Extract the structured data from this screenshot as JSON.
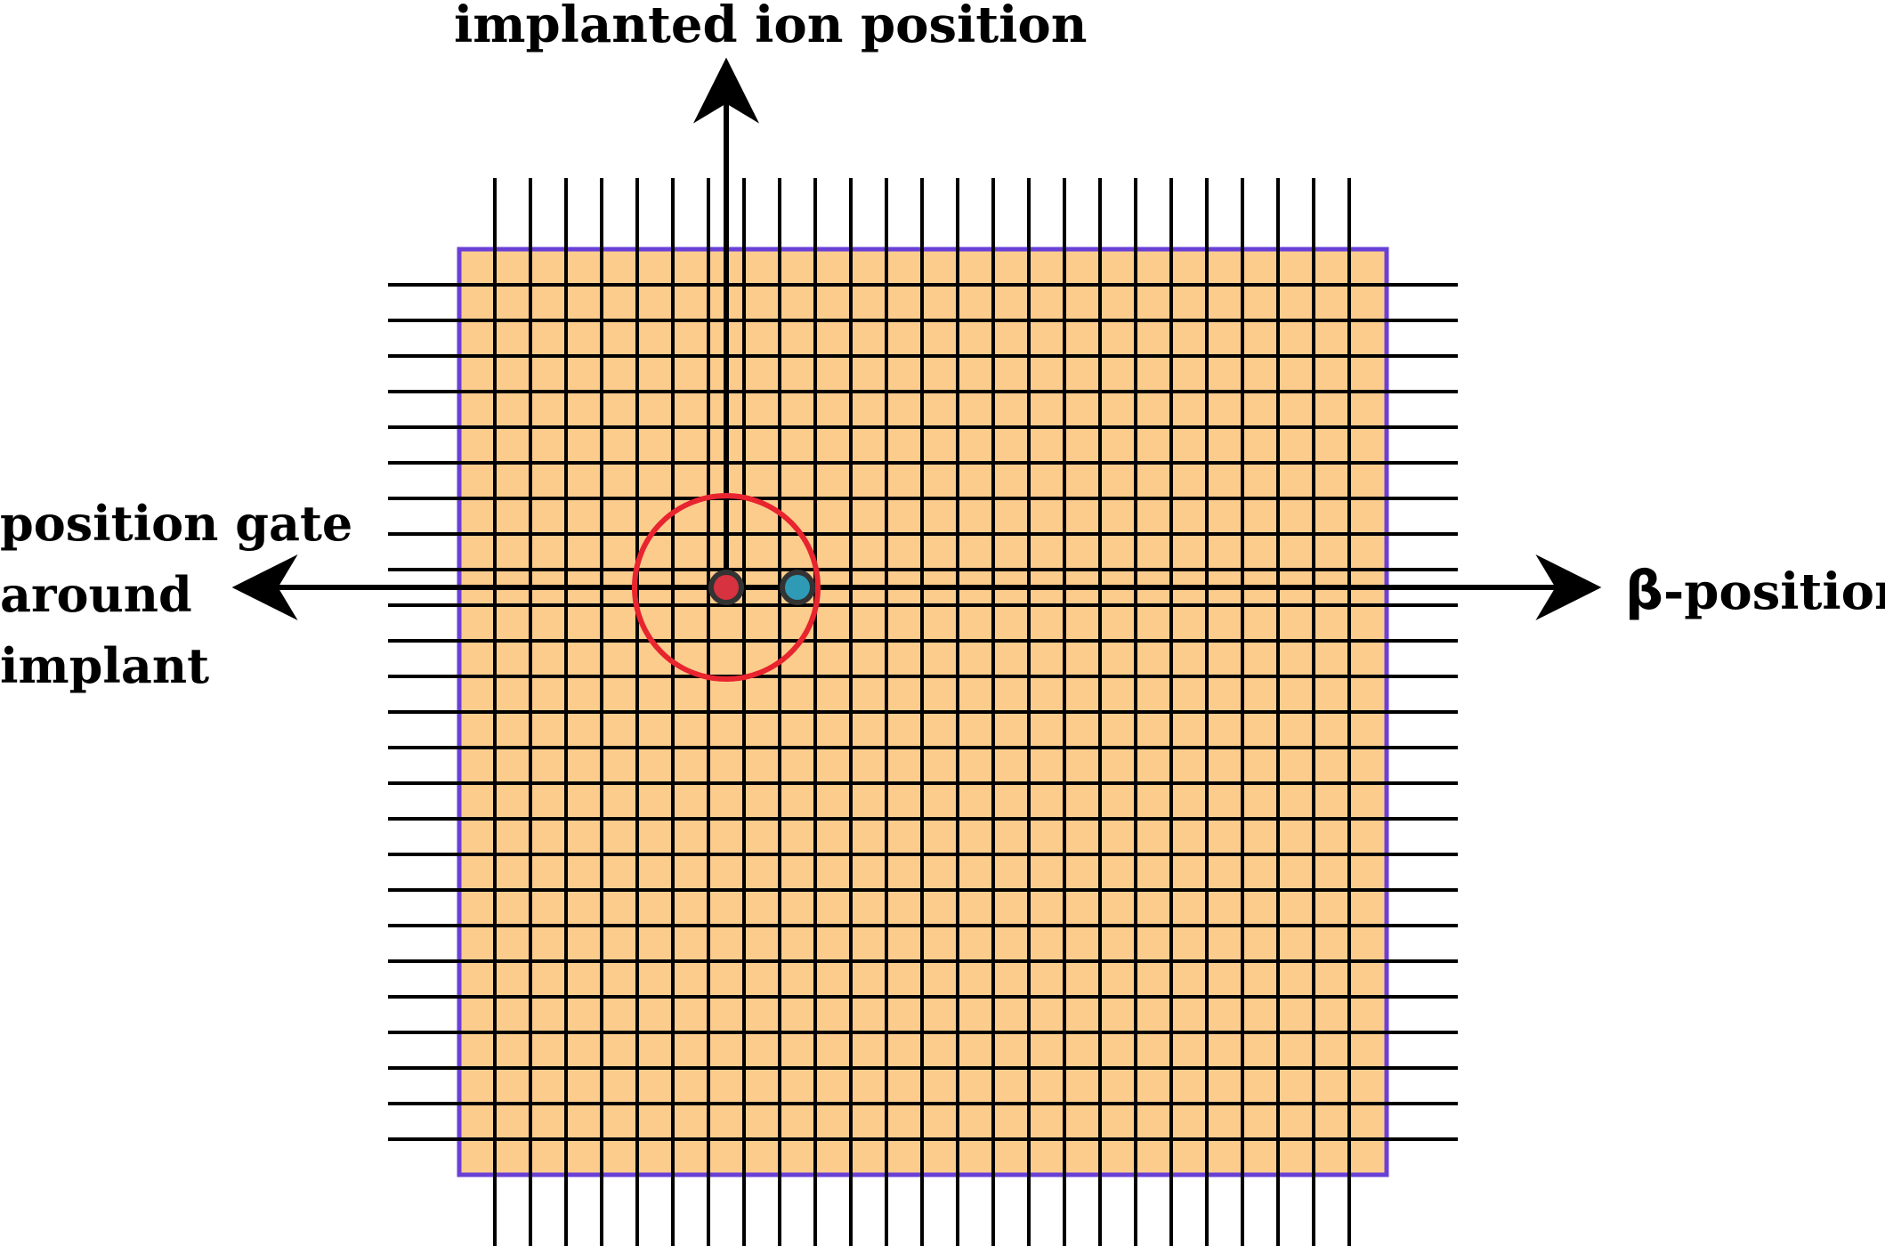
{
  "diagram": {
    "colors": {
      "detector_fill": "#fccc8d",
      "detector_border": "#6a40d6",
      "strip_lines": "#000000",
      "arrows": "#000000",
      "gate_circle": "#e8242f",
      "implant_dot": "#d6323f",
      "beta_dot": "#2e9ab6",
      "dot_outline": "#333333"
    },
    "vertical_strip_count": 25,
    "horizontal_strip_count": 25,
    "labels": {
      "implanted_ion_position": "implanted ion position",
      "position_gate_line1": "position gate",
      "position_gate_line2": "around",
      "position_gate_line3": "implant",
      "beta_symbol": "β",
      "beta_position_suffix": "-position"
    },
    "markers": {
      "implant": "implanted ion",
      "beta": "beta hit",
      "gate": "position gate"
    },
    "icons": {
      "implant_dot": "implant-dot-icon",
      "beta_dot": "beta-dot-icon",
      "gate_circle": "gate-circle-icon"
    }
  }
}
